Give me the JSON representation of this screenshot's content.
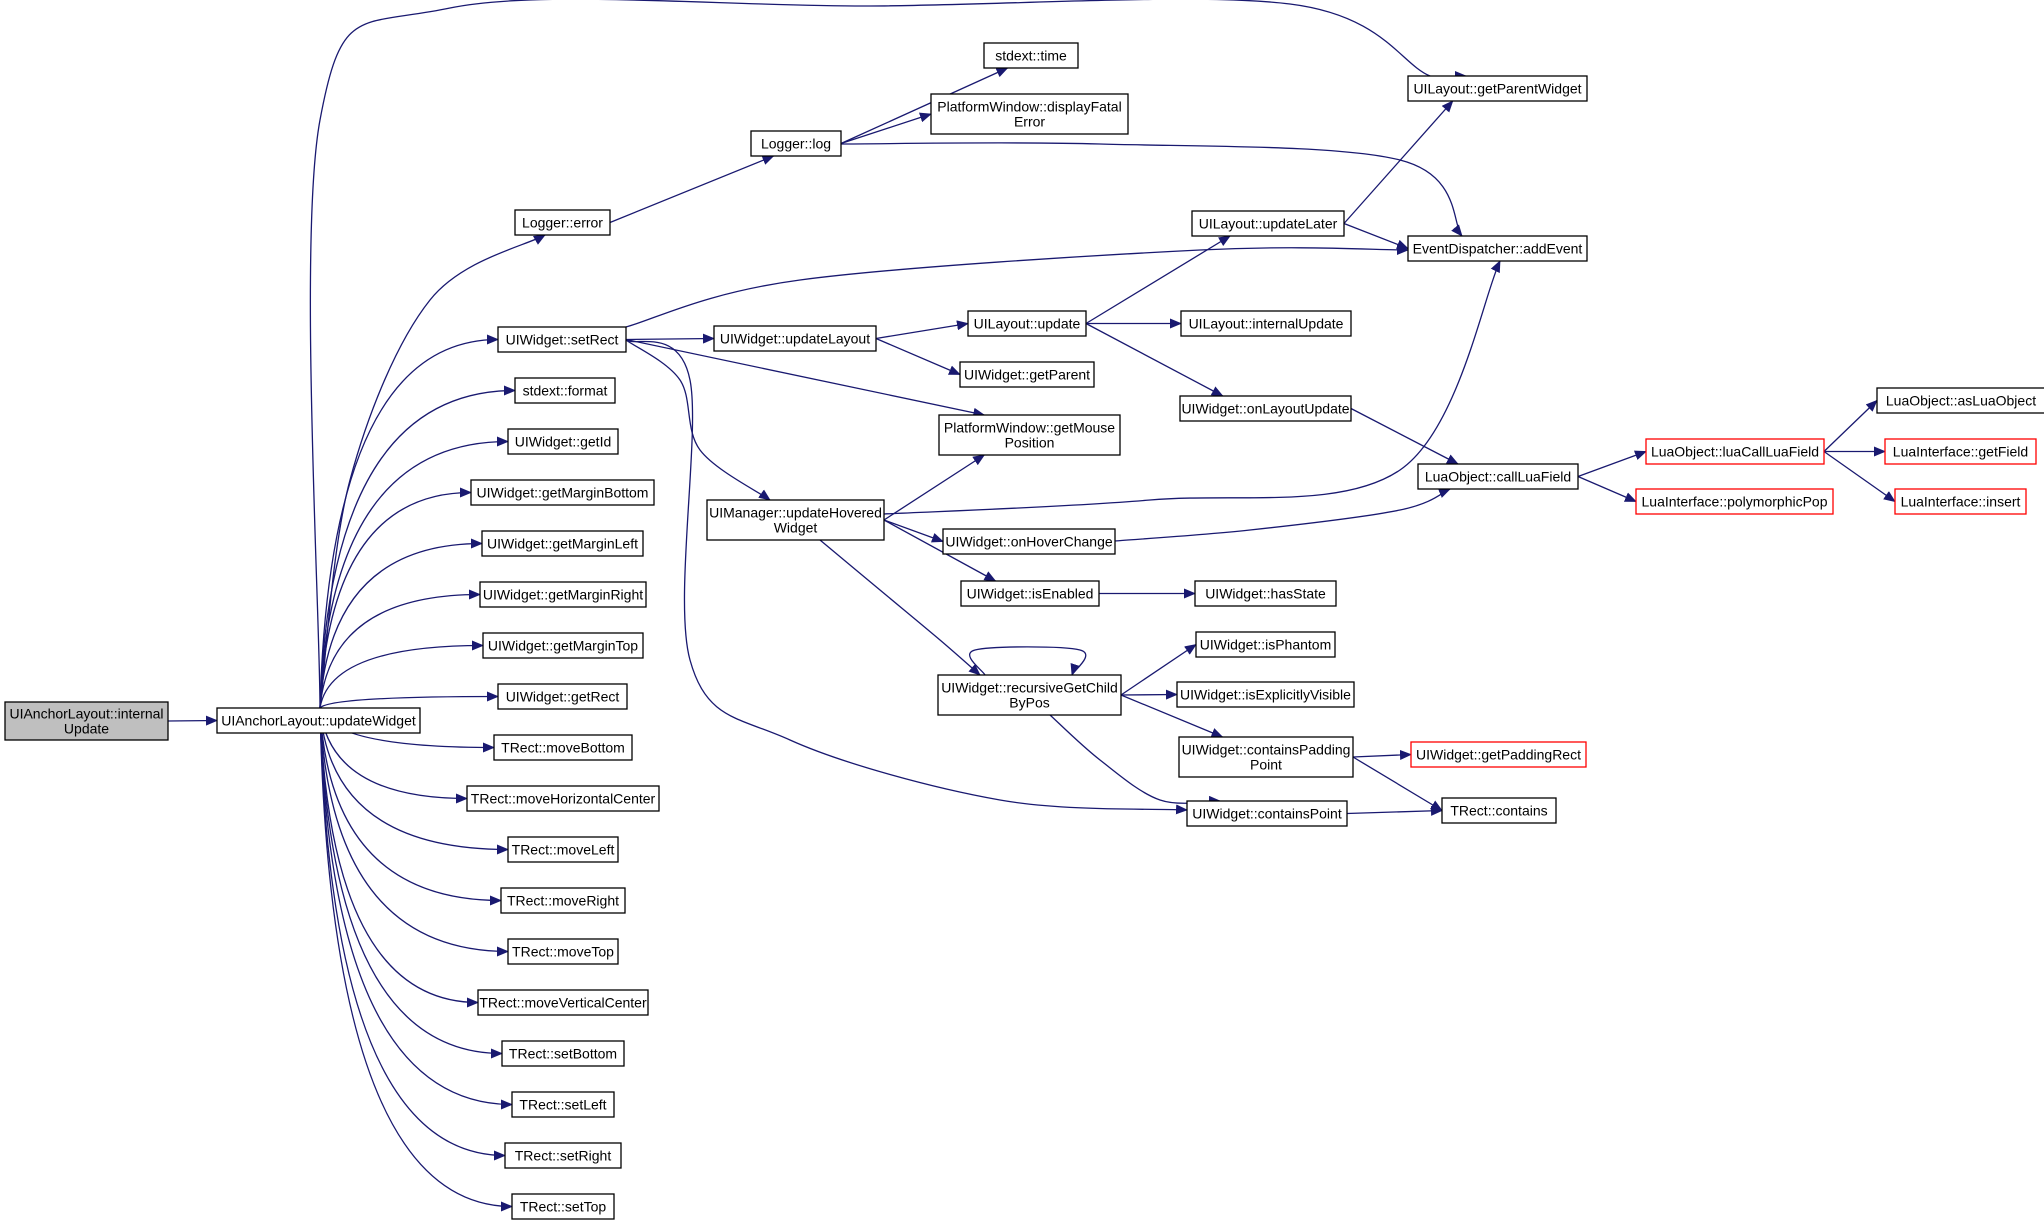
{
  "colors": {
    "edge": "#191970",
    "node_border": "#000000",
    "node_fill": "#ffffff",
    "root_fill": "#bfbfbf",
    "truncated_border": "#ff0000"
  },
  "nodes": [
    {
      "id": "root",
      "lines": [
        "UIAnchorLayout::internal",
        "Update"
      ],
      "style": "root"
    },
    {
      "id": "updateWidget",
      "lines": [
        "UIAnchorLayout::updateWidget"
      ],
      "style": "normal"
    },
    {
      "id": "loggerError",
      "lines": [
        "Logger::error"
      ],
      "style": "normal"
    },
    {
      "id": "setRect",
      "lines": [
        "UIWidget::setRect"
      ],
      "style": "normal"
    },
    {
      "id": "format",
      "lines": [
        "stdext::format"
      ],
      "style": "normal"
    },
    {
      "id": "getId",
      "lines": [
        "UIWidget::getId"
      ],
      "style": "normal"
    },
    {
      "id": "getMarginBottom",
      "lines": [
        "UIWidget::getMarginBottom"
      ],
      "style": "normal"
    },
    {
      "id": "getMarginLeft",
      "lines": [
        "UIWidget::getMarginLeft"
      ],
      "style": "normal"
    },
    {
      "id": "getMarginRight",
      "lines": [
        "UIWidget::getMarginRight"
      ],
      "style": "normal"
    },
    {
      "id": "getMarginTop",
      "lines": [
        "UIWidget::getMarginTop"
      ],
      "style": "normal"
    },
    {
      "id": "getRect",
      "lines": [
        "UIWidget::getRect"
      ],
      "style": "normal"
    },
    {
      "id": "moveBottom",
      "lines": [
        "TRect::moveBottom"
      ],
      "style": "normal"
    },
    {
      "id": "moveHorizontalCenter",
      "lines": [
        "TRect::moveHorizontalCenter"
      ],
      "style": "normal"
    },
    {
      "id": "moveLeft",
      "lines": [
        "TRect::moveLeft"
      ],
      "style": "normal"
    },
    {
      "id": "moveRight",
      "lines": [
        "TRect::moveRight"
      ],
      "style": "normal"
    },
    {
      "id": "moveTop",
      "lines": [
        "TRect::moveTop"
      ],
      "style": "normal"
    },
    {
      "id": "moveVerticalCenter",
      "lines": [
        "TRect::moveVerticalCenter"
      ],
      "style": "normal"
    },
    {
      "id": "setBottom",
      "lines": [
        "TRect::setBottom"
      ],
      "style": "normal"
    },
    {
      "id": "setLeft",
      "lines": [
        "TRect::setLeft"
      ],
      "style": "normal"
    },
    {
      "id": "setRight",
      "lines": [
        "TRect::setRight"
      ],
      "style": "normal"
    },
    {
      "id": "setTop",
      "lines": [
        "TRect::setTop"
      ],
      "style": "normal"
    },
    {
      "id": "loggerLog",
      "lines": [
        "Logger::log"
      ],
      "style": "normal"
    },
    {
      "id": "stdextTime",
      "lines": [
        "stdext::time"
      ],
      "style": "normal"
    },
    {
      "id": "displayFatalError",
      "lines": [
        "PlatformWindow::displayFatal",
        "Error"
      ],
      "style": "normal"
    },
    {
      "id": "getParentWidget",
      "lines": [
        "UILayout::getParentWidget"
      ],
      "style": "normal"
    },
    {
      "id": "updateLater",
      "lines": [
        "UILayout::updateLater"
      ],
      "style": "normal"
    },
    {
      "id": "addEvent",
      "lines": [
        "EventDispatcher::addEvent"
      ],
      "style": "normal"
    },
    {
      "id": "updateLayout",
      "lines": [
        "UIWidget::updateLayout"
      ],
      "style": "normal"
    },
    {
      "id": "layoutUpdate",
      "lines": [
        "UILayout::update"
      ],
      "style": "normal"
    },
    {
      "id": "internalUpdate",
      "lines": [
        "UILayout::internalUpdate"
      ],
      "style": "normal"
    },
    {
      "id": "getParent",
      "lines": [
        "UIWidget::getParent"
      ],
      "style": "normal"
    },
    {
      "id": "getMousePosition",
      "lines": [
        "PlatformWindow::getMouse",
        "Position"
      ],
      "style": "normal"
    },
    {
      "id": "onLayoutUpdate",
      "lines": [
        "UIWidget::onLayoutUpdate"
      ],
      "style": "normal"
    },
    {
      "id": "updateHoveredWidget",
      "lines": [
        "UIManager::updateHovered",
        "Widget"
      ],
      "style": "normal"
    },
    {
      "id": "onHoverChange",
      "lines": [
        "UIWidget::onHoverChange"
      ],
      "style": "normal"
    },
    {
      "id": "isEnabled",
      "lines": [
        "UIWidget::isEnabled"
      ],
      "style": "normal"
    },
    {
      "id": "hasState",
      "lines": [
        "UIWidget::hasState"
      ],
      "style": "normal"
    },
    {
      "id": "recursiveGetChildByPos",
      "lines": [
        "UIWidget::recursiveGetChild",
        "ByPos"
      ],
      "style": "normal"
    },
    {
      "id": "isPhantom",
      "lines": [
        "UIWidget::isPhantom"
      ],
      "style": "normal"
    },
    {
      "id": "isExplicitlyVisible",
      "lines": [
        "UIWidget::isExplicitlyVisible"
      ],
      "style": "normal"
    },
    {
      "id": "containsPaddingPoint",
      "lines": [
        "UIWidget::containsPadding",
        "Point"
      ],
      "style": "normal"
    },
    {
      "id": "getPaddingRect",
      "lines": [
        "UIWidget::getPaddingRect"
      ],
      "style": "truncated"
    },
    {
      "id": "containsPoint",
      "lines": [
        "UIWidget::containsPoint"
      ],
      "style": "normal"
    },
    {
      "id": "trectContains",
      "lines": [
        "TRect::contains"
      ],
      "style": "normal"
    },
    {
      "id": "callLuaField",
      "lines": [
        "LuaObject::callLuaField"
      ],
      "style": "normal"
    },
    {
      "id": "luaCallLuaField",
      "lines": [
        "LuaObject::luaCallLuaField"
      ],
      "style": "truncated"
    },
    {
      "id": "polymorphicPop",
      "lines": [
        "LuaInterface::polymorphicPop"
      ],
      "style": "truncated"
    },
    {
      "id": "asLuaObject",
      "lines": [
        "LuaObject::asLuaObject"
      ],
      "style": "normal"
    },
    {
      "id": "getField",
      "lines": [
        "LuaInterface::getField"
      ],
      "style": "truncated"
    },
    {
      "id": "insert",
      "lines": [
        "LuaInterface::insert"
      ],
      "style": "truncated"
    }
  ],
  "edges": [
    [
      "root",
      "updateWidget"
    ],
    [
      "updateWidget",
      "getParentWidget"
    ],
    [
      "updateWidget",
      "loggerError"
    ],
    [
      "updateWidget",
      "setRect"
    ],
    [
      "updateWidget",
      "format"
    ],
    [
      "updateWidget",
      "getId"
    ],
    [
      "updateWidget",
      "getMarginBottom"
    ],
    [
      "updateWidget",
      "getMarginLeft"
    ],
    [
      "updateWidget",
      "getMarginRight"
    ],
    [
      "updateWidget",
      "getMarginTop"
    ],
    [
      "updateWidget",
      "getRect"
    ],
    [
      "updateWidget",
      "moveBottom"
    ],
    [
      "updateWidget",
      "moveHorizontalCenter"
    ],
    [
      "updateWidget",
      "moveLeft"
    ],
    [
      "updateWidget",
      "moveRight"
    ],
    [
      "updateWidget",
      "moveTop"
    ],
    [
      "updateWidget",
      "moveVerticalCenter"
    ],
    [
      "updateWidget",
      "setBottom"
    ],
    [
      "updateWidget",
      "setLeft"
    ],
    [
      "updateWidget",
      "setRight"
    ],
    [
      "updateWidget",
      "setTop"
    ],
    [
      "loggerError",
      "loggerLog"
    ],
    [
      "loggerLog",
      "stdextTime"
    ],
    [
      "loggerLog",
      "displayFatalError"
    ],
    [
      "loggerLog",
      "addEvent"
    ],
    [
      "setRect",
      "addEvent"
    ],
    [
      "setRect",
      "updateLayout"
    ],
    [
      "setRect",
      "getMousePosition"
    ],
    [
      "setRect",
      "updateHoveredWidget"
    ],
    [
      "setRect",
      "containsPoint"
    ],
    [
      "updateLayout",
      "layoutUpdate"
    ],
    [
      "updateLayout",
      "getParent"
    ],
    [
      "layoutUpdate",
      "updateLater"
    ],
    [
      "layoutUpdate",
      "internalUpdate"
    ],
    [
      "layoutUpdate",
      "onLayoutUpdate"
    ],
    [
      "updateLater",
      "getParentWidget"
    ],
    [
      "updateLater",
      "addEvent"
    ],
    [
      "onLayoutUpdate",
      "callLuaField"
    ],
    [
      "updateHoveredWidget",
      "getMousePosition"
    ],
    [
      "updateHoveredWidget",
      "addEvent"
    ],
    [
      "updateHoveredWidget",
      "onHoverChange"
    ],
    [
      "updateHoveredWidget",
      "isEnabled"
    ],
    [
      "updateHoveredWidget",
      "recursiveGetChildByPos"
    ],
    [
      "onHoverChange",
      "callLuaField"
    ],
    [
      "isEnabled",
      "hasState"
    ],
    [
      "recursiveGetChildByPos",
      "recursiveGetChildByPos"
    ],
    [
      "recursiveGetChildByPos",
      "isPhantom"
    ],
    [
      "recursiveGetChildByPos",
      "isExplicitlyVisible"
    ],
    [
      "recursiveGetChildByPos",
      "containsPaddingPoint"
    ],
    [
      "recursiveGetChildByPos",
      "containsPoint"
    ],
    [
      "containsPaddingPoint",
      "getPaddingRect"
    ],
    [
      "containsPaddingPoint",
      "trectContains"
    ],
    [
      "containsPoint",
      "trectContains"
    ],
    [
      "callLuaField",
      "luaCallLuaField"
    ],
    [
      "callLuaField",
      "polymorphicPop"
    ],
    [
      "luaCallLuaField",
      "asLuaObject"
    ],
    [
      "luaCallLuaField",
      "getField"
    ],
    [
      "luaCallLuaField",
      "insert"
    ]
  ]
}
